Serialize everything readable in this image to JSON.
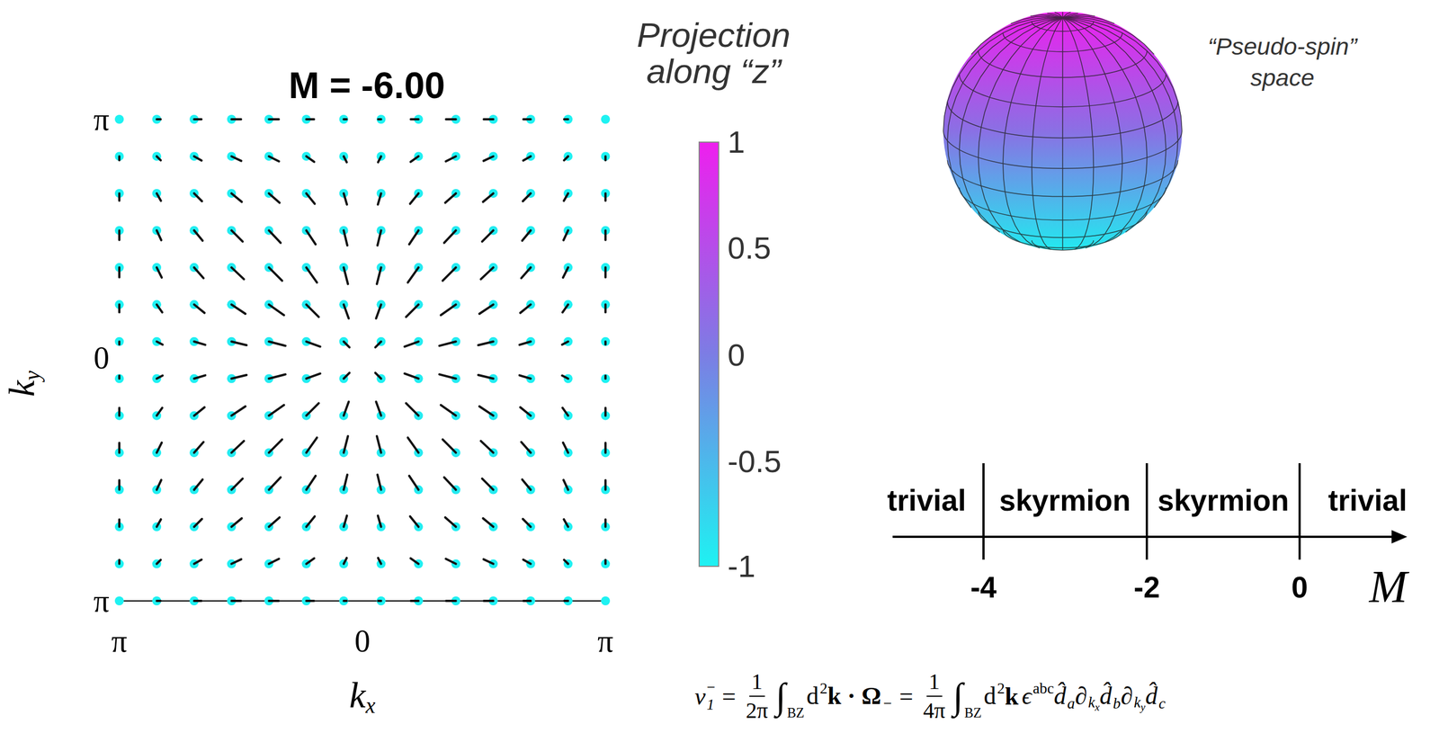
{
  "diagram": {
    "labels": [
      "M =  -6.00",
      "π",
      "0",
      "π",
      "π",
      "0",
      "π",
      "k",
      "y",
      "k",
      "x",
      "Projection along “z”",
      "1",
      "0.5",
      "0",
      "-0.5",
      "-1",
      "“Pseudo-spin” space",
      "trivial",
      "skyrmion",
      "skyrmion",
      "trivial",
      "-4",
      "-2",
      "0",
      "M",
      "ν",
      "1",
      "−",
      "=",
      "1",
      "2π",
      "∫",
      "BZ",
      "d",
      "2",
      "k · Ω",
      "−",
      "=",
      "1",
      "4π",
      "∫",
      "BZ",
      "d",
      "2",
      "k",
      "ϵ",
      "abc",
      "d̂",
      "a",
      "∂",
      "k",
      "x",
      "d̂",
      "b",
      "∂",
      "k",
      "y",
      "d̂",
      "c"
    ]
  }
}
